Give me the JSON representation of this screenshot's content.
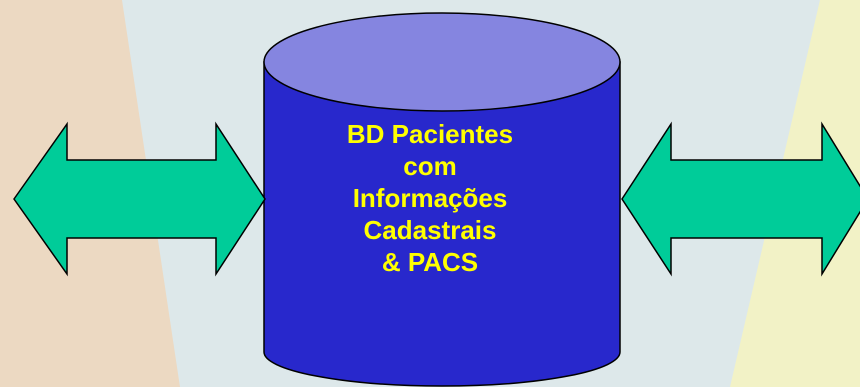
{
  "colors": {
    "background_left": "#ecd9c2",
    "background_center": "#dde8ea",
    "background_right": "#f2f2c6",
    "cylinder_body": "#2828cc",
    "cylinder_top": "#8585e0",
    "outline": "#000000",
    "label_text": "#ffff00",
    "arrow_fill": "#00cc99"
  },
  "database": {
    "label_lines": [
      "BD Pacientes",
      "com",
      "Informações",
      "Cadastrais",
      "& PACS"
    ]
  },
  "arrows": [
    {
      "name": "left-double-arrow",
      "icon": "double-headed-arrow-icon"
    },
    {
      "name": "right-double-arrow",
      "icon": "double-headed-arrow-icon"
    }
  ]
}
